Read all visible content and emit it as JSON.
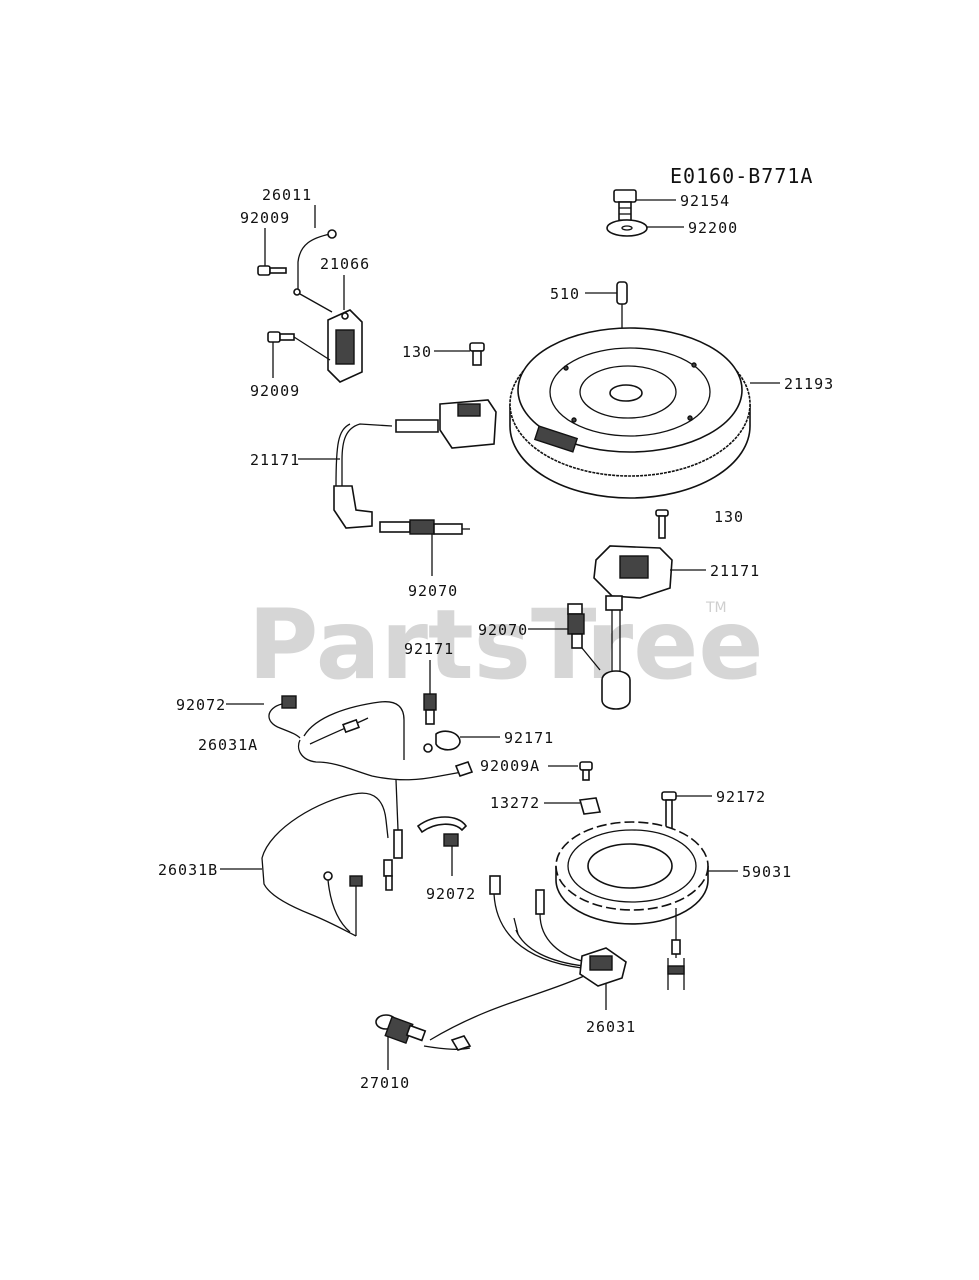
{
  "diagram_code": "E0160-B771A",
  "watermark": "PartsTree",
  "watermark_tm": "TM",
  "labels": {
    "p92154": "92154",
    "p92200": "92200",
    "p510": "510",
    "p21193": "21193",
    "p130_top": "130",
    "p130_right": "130",
    "p26011": "26011",
    "p92009_top": "92009",
    "p21066": "21066",
    "p92009_bottom": "92009",
    "p21171_left": "21171",
    "p92070_left": "92070",
    "p21171_right": "21171",
    "p92070_right": "92070",
    "p92171_top": "92171",
    "p92171_bottom": "92171",
    "p92072_top": "92072",
    "p26031A": "26031A",
    "p92009A": "92009A",
    "p13272": "13272",
    "p92172": "92172",
    "p59031": "59031",
    "p26031B": "26031B",
    "p92072_bottom": "92072",
    "p26031": "26031",
    "p27010": "27010"
  }
}
